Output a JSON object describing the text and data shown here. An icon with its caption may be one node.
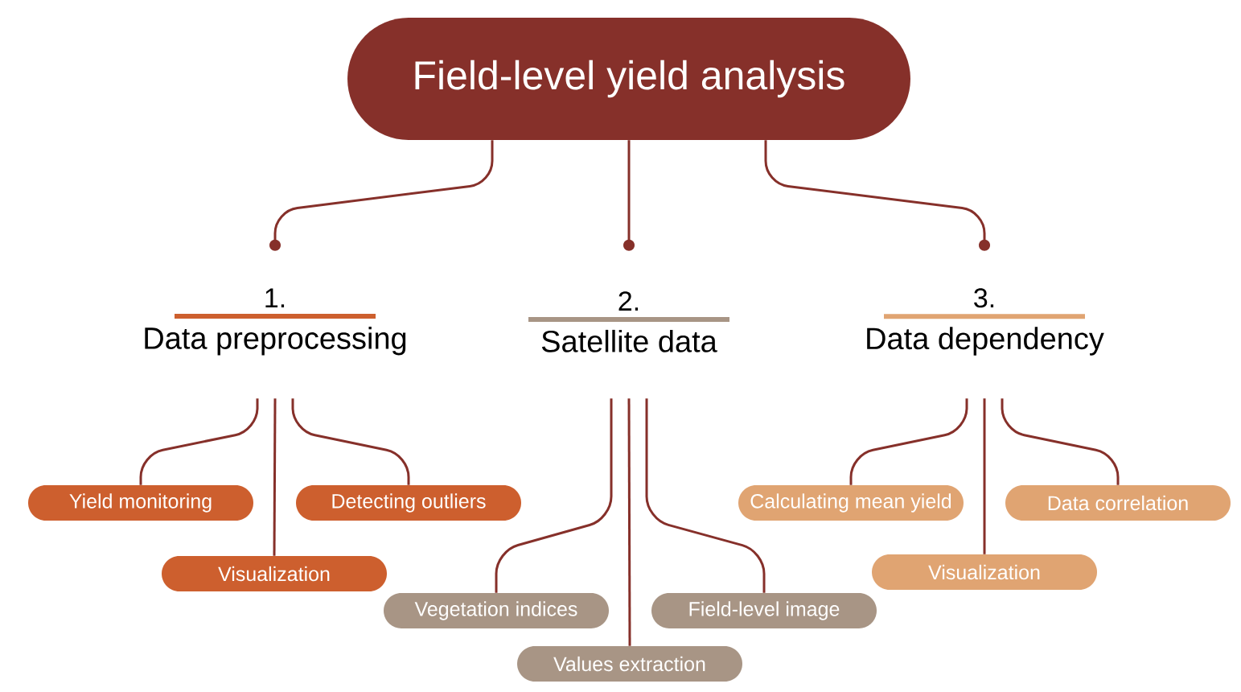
{
  "diagram": {
    "nodes": [
      {
        "text": [
          "Field-level yield analysis"
        ]
      },
      {
        "text": [
          "1.",
          "Data preprocessing"
        ]
      },
      {
        "text": [
          "2.",
          "Satellite data"
        ]
      },
      {
        "text": [
          "3.",
          "Data dependency"
        ]
      },
      {
        "text": [
          "Yield monitoring"
        ]
      },
      {
        "text": [
          "Visualization"
        ]
      },
      {
        "text": [
          "Detecting outliers"
        ]
      },
      {
        "text": [
          "Vegetation indices"
        ]
      },
      {
        "text": [
          "Values extraction"
        ]
      },
      {
        "text": [
          "Field-level image"
        ]
      },
      {
        "text": [
          "Calculating mean yield"
        ]
      },
      {
        "text": [
          "Visualization"
        ]
      },
      {
        "text": [
          "Data correlation"
        ]
      }
    ],
    "edges": [
      {
        "from": 0,
        "to": 1,
        "arrow": "other"
      },
      {
        "from": 0,
        "to": 2,
        "arrow": "other"
      },
      {
        "from": 0,
        "to": 3,
        "arrow": "other"
      },
      {
        "from": 1,
        "to": 4,
        "arrow": "none"
      },
      {
        "from": 1,
        "to": 5,
        "arrow": "none"
      },
      {
        "from": 1,
        "to": 6,
        "arrow": "none"
      },
      {
        "from": 2,
        "to": 7,
        "arrow": "none"
      },
      {
        "from": 2,
        "to": 8,
        "arrow": "none"
      },
      {
        "from": 2,
        "to": 9,
        "arrow": "none"
      },
      {
        "from": 3,
        "to": 10,
        "arrow": "none"
      },
      {
        "from": 3,
        "to": 11,
        "arrow": "none"
      },
      {
        "from": 3,
        "to": 12,
        "arrow": "none"
      }
    ]
  }
}
